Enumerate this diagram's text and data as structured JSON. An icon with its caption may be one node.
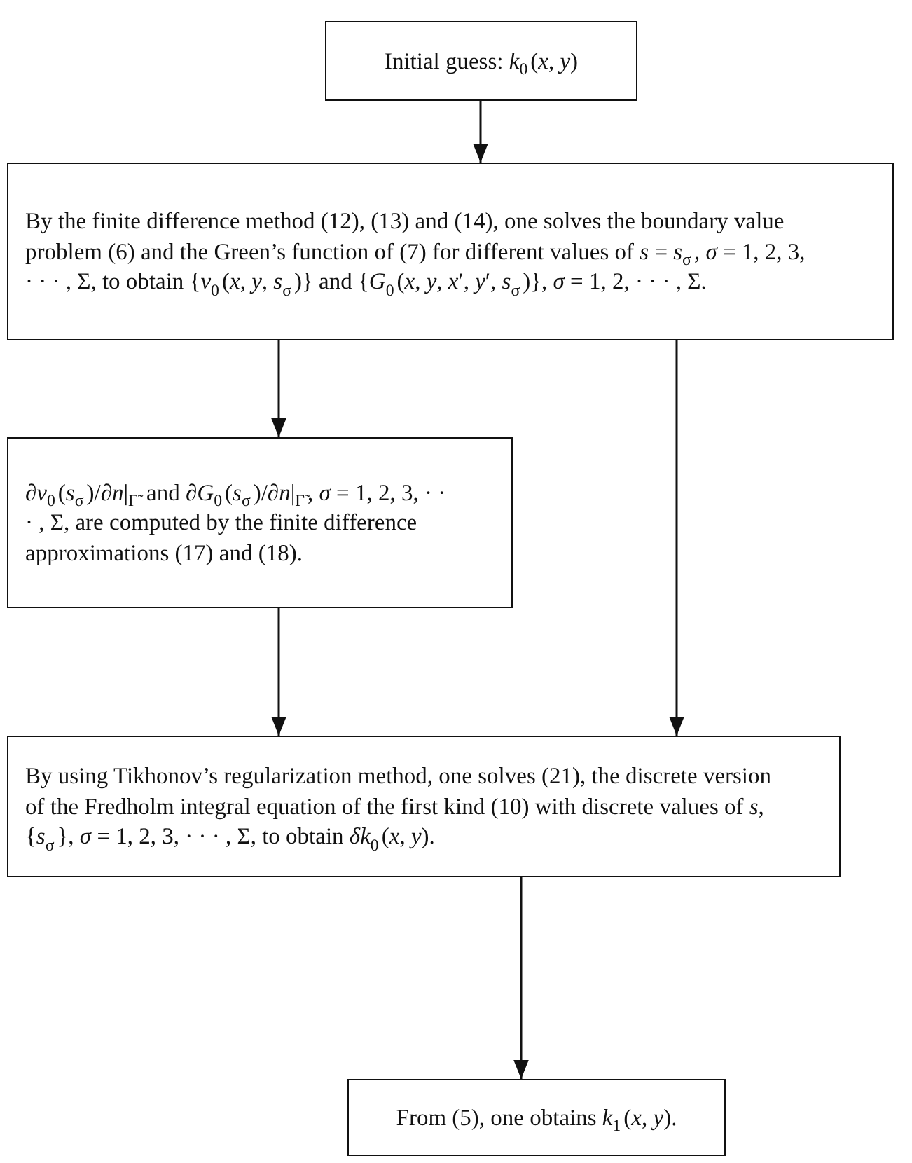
{
  "diagram": {
    "nodes": [
      {
        "text": [
          "Initial guess: *k*$_{0}$(*x*, *y*)"
        ]
      },
      {
        "text": [
          "By the finite difference method (12), (13) and (14), one solves the boundary value problem (6) and the Green’s function of (7) for different values of *s* = *s*$_{σ}$, *σ* = 1, 2, 3, · · · , Σ, to obtain {*v*$_{0}$(*x*, *y*, *s*$_{σ}$)} and {*G*$_{0}$(*x*, *y*, *x*′, *y*′, *s*$_{σ}$)}, *σ* = 1, 2, · · · , Σ."
        ]
      },
      {
        "text": [
          "∂*v*$_{0}$(*s*$_{σ}$)/∂*n*|$_{Γ̃}$ and ∂*G*$_{0}$(*s*$_{σ}$)/∂*n*|$_{Γ̃}$, *σ* = 1, 2, 3, · · · , Σ, are computed by the finite difference approximations (17) and (18)."
        ]
      },
      {
        "text": [
          "By using Tikhonov’s regularization method, one solves (21), the discrete version of the Fredholm integral equation of the first kind (10) with discrete values of *s*, {*s*$_{σ}$}, *σ* = 1, 2, 3, · · · , Σ, to obtain *δk*$_{0}$(*x*, *y*)."
        ]
      },
      {
        "text": [
          "From (5), one obtains *k*$_{1}$(*x*, *y*)."
        ]
      }
    ],
    "edges": [
      {
        "from": 0,
        "to": 1,
        "arrow": "to"
      },
      {
        "from": 1,
        "to": 2,
        "arrow": "to"
      },
      {
        "from": 1,
        "to": 3,
        "arrow": "to"
      },
      {
        "from": 2,
        "to": 3,
        "arrow": "to"
      },
      {
        "from": 3,
        "to": 4,
        "arrow": "to"
      }
    ]
  }
}
